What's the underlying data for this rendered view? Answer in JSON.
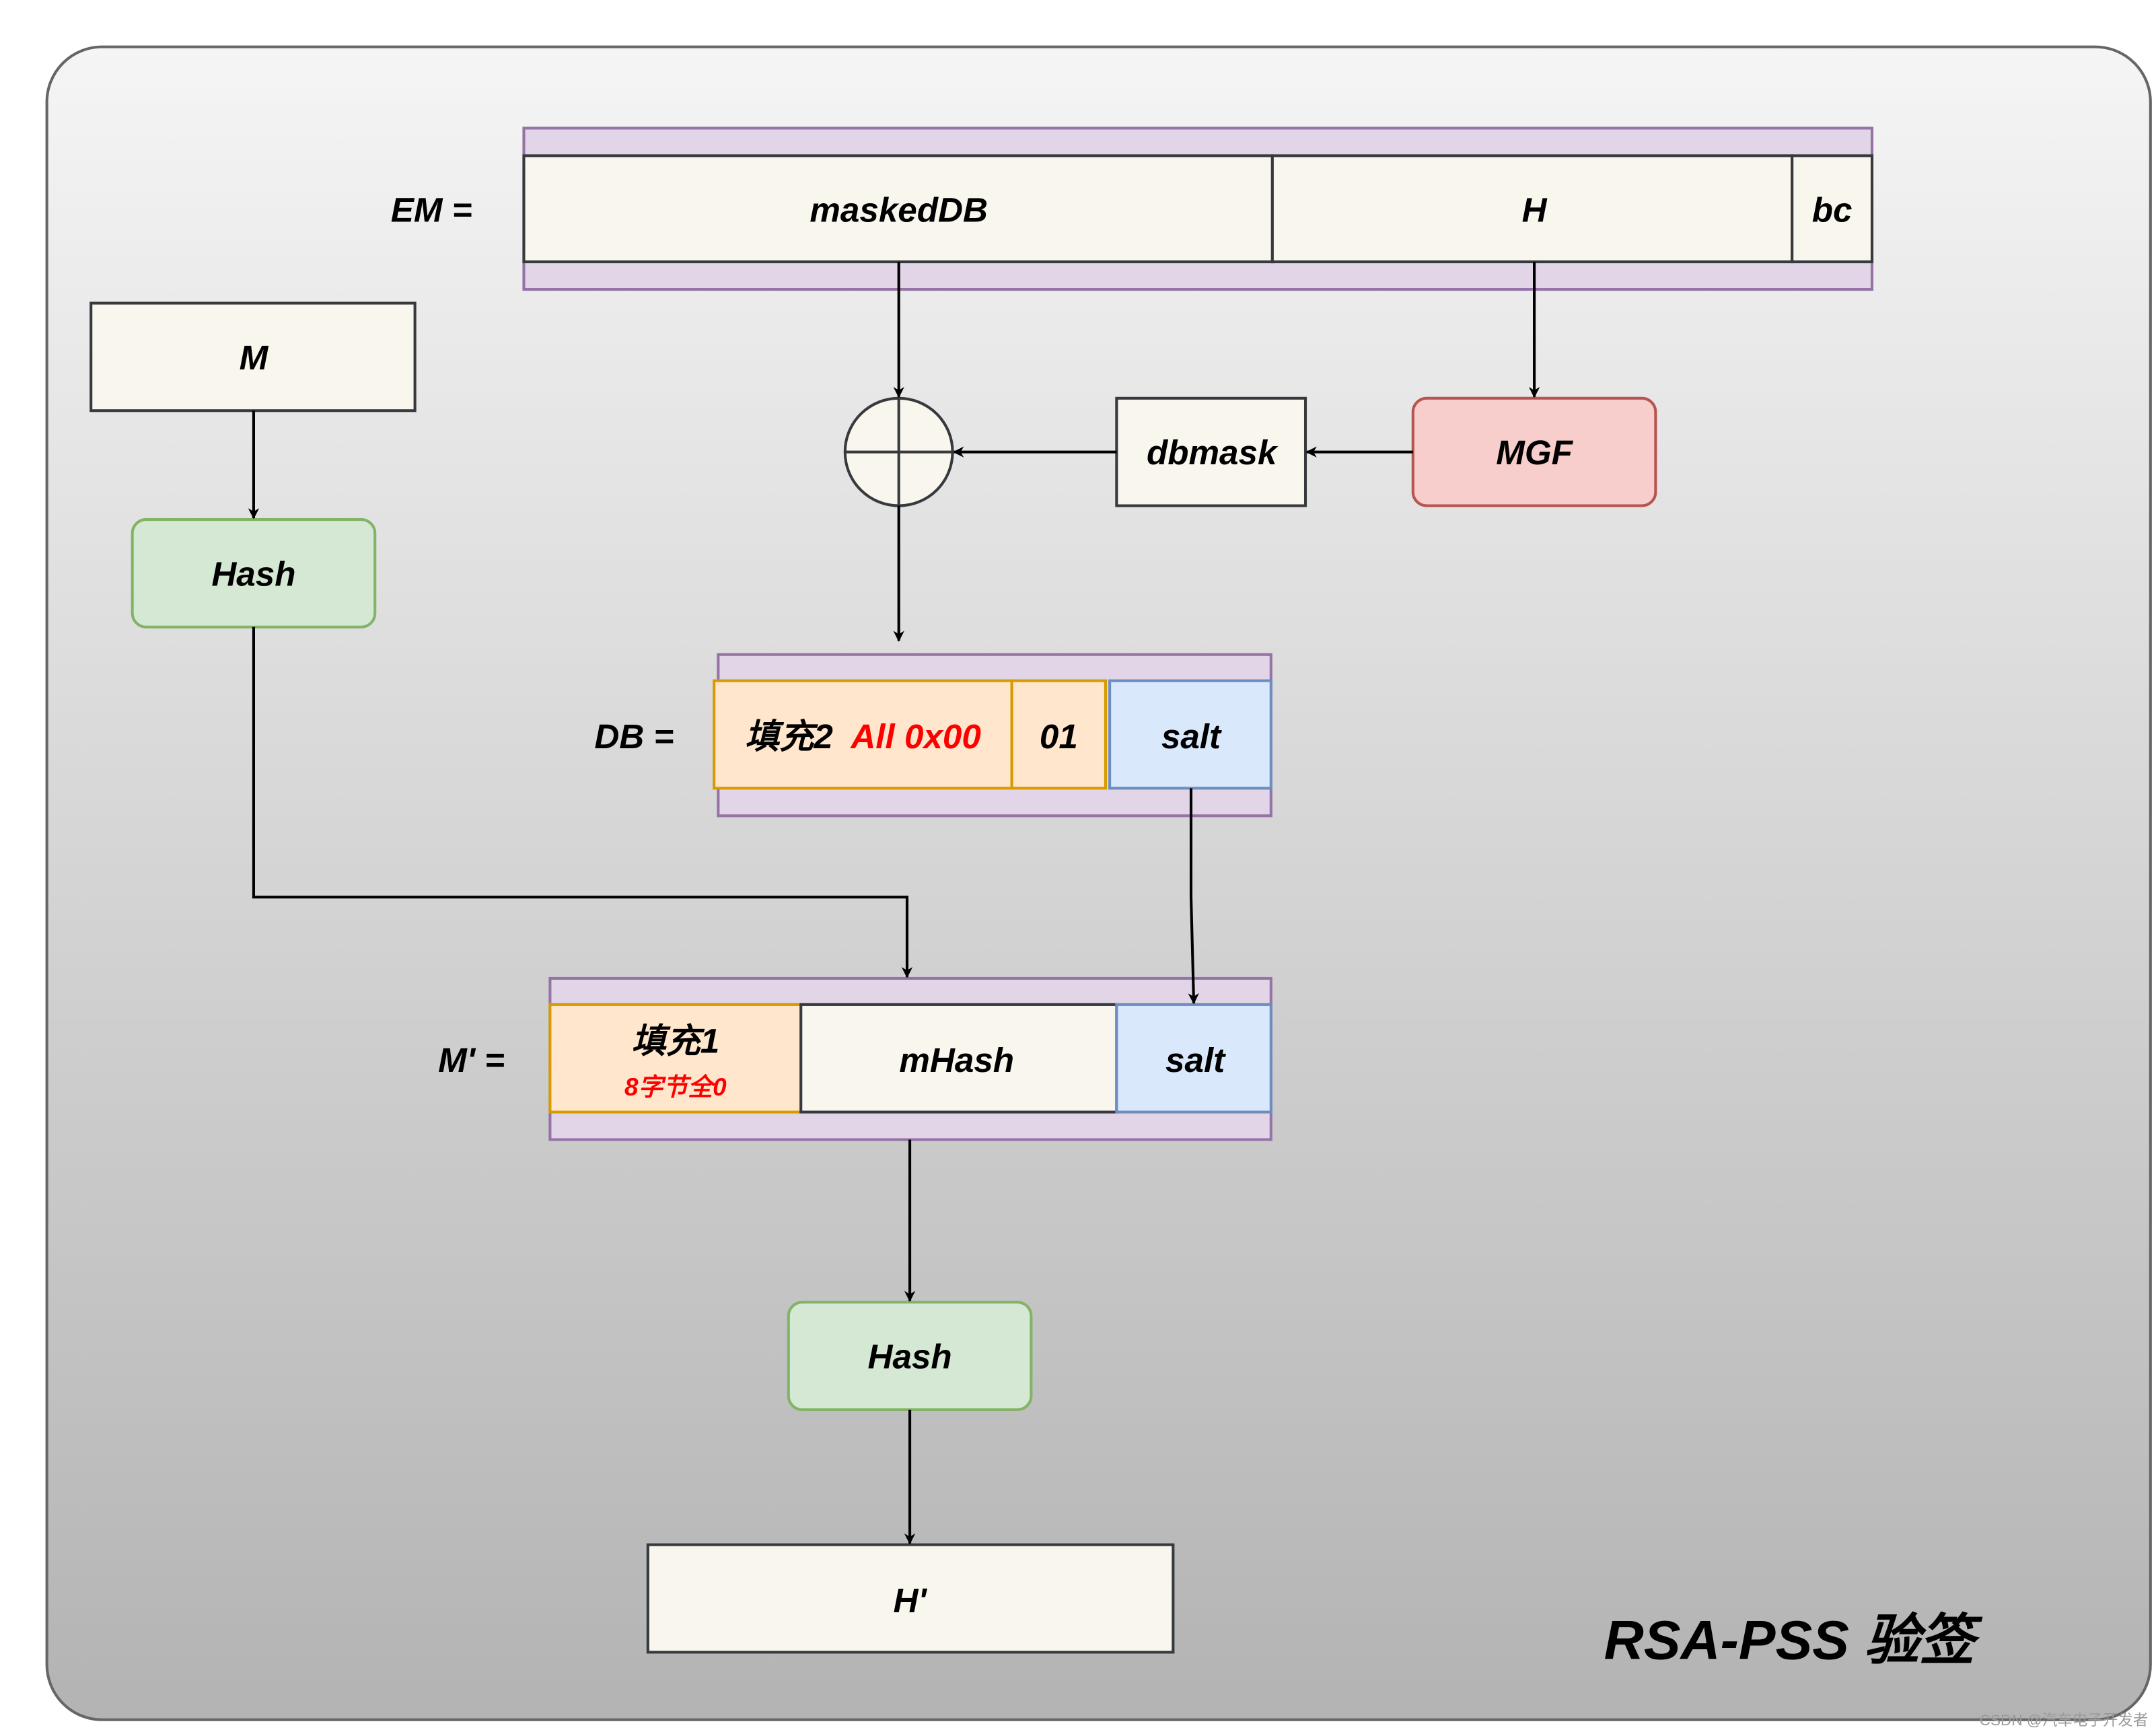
{
  "title": "RSA-PSS 验签",
  "watermark": "CSDN @汽车电子开发者",
  "em": {
    "label": "EM =",
    "fields": [
      "maskedDB",
      "H",
      "bc"
    ]
  },
  "m_box": "M",
  "hash_top": "Hash",
  "xor_symbol": "xor",
  "dbmask": "dbmask",
  "mgf": "MGF",
  "db": {
    "label": "DB =",
    "pad_label": "填充2",
    "pad_value": "All 0x00",
    "sep": "01",
    "salt": "salt"
  },
  "mprime": {
    "label": "M' =",
    "pad_label": "填充1",
    "pad_note": "8字节全0",
    "mhash": "mHash",
    "salt": "salt"
  },
  "hash_bottom": "Hash",
  "result": "H'",
  "colors": {
    "purple_fill": "#e1d5e7",
    "purple_stroke": "#9673a6",
    "cream_fill": "#f9f7ed",
    "dark_stroke": "#36393d",
    "orange_fill": "#ffe6cc",
    "orange_stroke": "#d79b00",
    "blue_fill": "#dae8fc",
    "blue_stroke": "#6c8ebf",
    "green_fill": "#d5e8d4",
    "green_stroke": "#82b366",
    "red_fill": "#f8cecc",
    "red_stroke": "#b85450",
    "highlight_red": "#ff0000"
  }
}
